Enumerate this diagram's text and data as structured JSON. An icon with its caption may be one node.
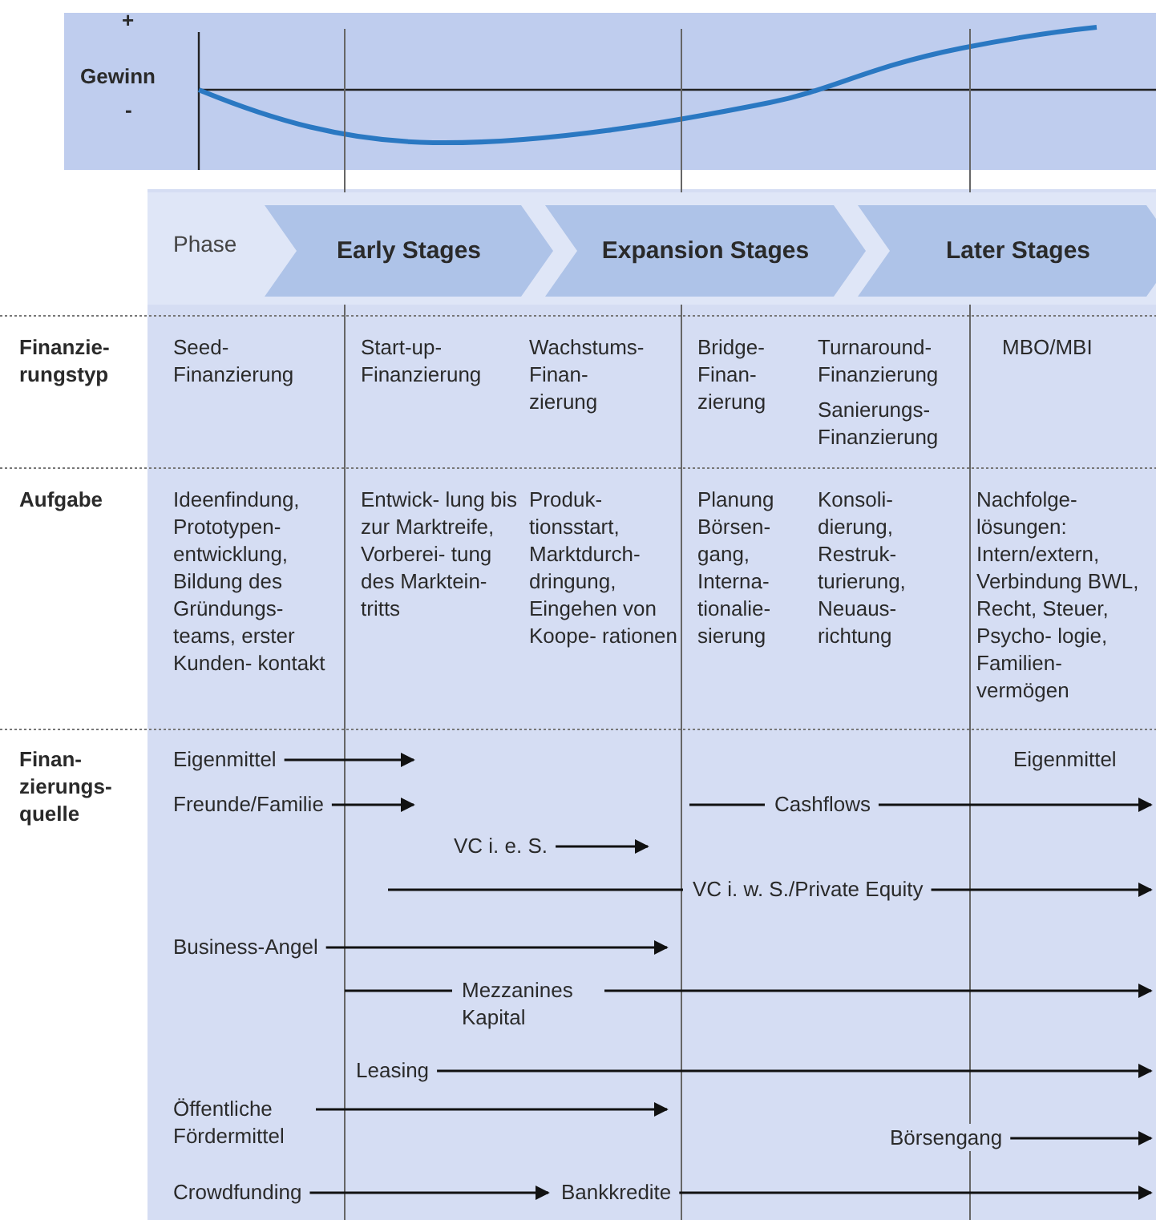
{
  "diagram": {
    "nodes": [
      {
        "text": [
          "Phase"
        ]
      },
      {
        "text": [
          "Early Stages"
        ],
        "in": 0
      },
      {
        "text": [
          "Expansion Stages"
        ],
        "in": 0
      },
      {
        "text": [
          "Later Stages"
        ],
        "in": 0
      },
      {
        "text": [
          "Eigenmittel"
        ]
      },
      {
        "text": [
          "Freunde/Familie"
        ]
      },
      {
        "text": [
          "Cashflows"
        ]
      },
      {
        "text": [
          "VC i. e. S."
        ]
      },
      {
        "text": [
          "VC i. w. S./Private Equity"
        ]
      },
      {
        "text": [
          "Business-Angel"
        ]
      },
      {
        "text": [
          "Mezzanines Kapital"
        ]
      },
      {
        "text": [
          "Leasing"
        ]
      },
      {
        "text": [
          "Öffentliche Fördermittel"
        ]
      },
      {
        "text": [
          "Börsengang"
        ]
      },
      {
        "text": [
          "Crowdfunding"
        ]
      },
      {
        "text": [
          "Bankkredite"
        ]
      }
    ],
    "edges": [
      {
        "from": 4,
        "to": null,
        "arrow": "to"
      },
      {
        "from": 5,
        "to": null,
        "arrow": "to"
      },
      {
        "from": null,
        "to": 6,
        "arrow": "none"
      },
      {
        "from": 6,
        "to": null,
        "arrow": "to"
      },
      {
        "from": 7,
        "to": null,
        "arrow": "to"
      },
      {
        "from": null,
        "to": 8,
        "arrow": "none"
      },
      {
        "from": 8,
        "to": null,
        "arrow": "to"
      },
      {
        "from": 9,
        "to": null,
        "arrow": "to"
      },
      {
        "from": null,
        "to": 10,
        "arrow": "none"
      },
      {
        "from": 10,
        "to": null,
        "arrow": "to"
      },
      {
        "from": 11,
        "to": null,
        "arrow": "to"
      },
      {
        "from": 12,
        "to": null,
        "arrow": "to"
      },
      {
        "from": 13,
        "to": null,
        "arrow": "to"
      },
      {
        "from": 14,
        "to": 15,
        "arrow": "to"
      },
      {
        "from": 15,
        "to": null,
        "arrow": "to"
      }
    ],
    "labels": [
      "+",
      "Gewinn",
      "-",
      "Finanzie- rungstyp",
      "Seed- Finanzierung",
      "Start-up- Finanzierung",
      "Wachstums- Finan- zierung",
      "Bridge- Finan- zierung",
      "Turnaround- Finanzierung",
      "Sanierungs- Finanzierung",
      "MBO/MBI",
      "Aufgabe",
      "Ideenfindung, Prototypen- entwicklung, Bildung des Gründungs- teams, erster Kunden- kontakt",
      "Entwick- lung bis zur Marktreife, Vorberei- tung des Marktein- tritts",
      "Produk- tionsstart, Marktdurch- dringung, Eingehen von Koope- rationen",
      "Planung Börsen- gang, Interna- tionalie- sierung",
      "Konsoli- dierung, Restruk- turierung, Neuaus- richtung",
      "Nachfolge- lösungen: Intern/extern, Verbindung BWL, Recht, Steuer, Psycho- logie, Familien- vermögen",
      "Finan- zierungs- quelle",
      "Eigenmittel"
    ]
  }
}
